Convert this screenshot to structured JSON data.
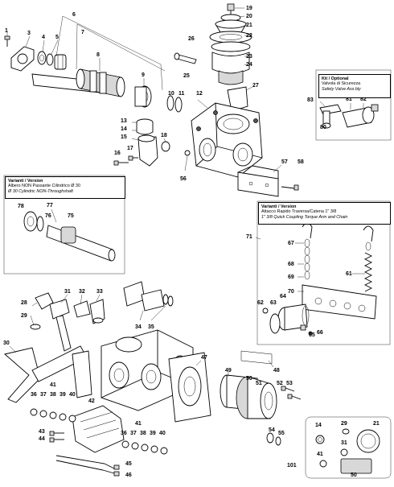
{
  "kit_box": {
    "title": "Kit / Optional",
    "line1": "Valvola di Sicurezza",
    "line2": "Safety Valve Ass.bly"
  },
  "variant_left": {
    "title": "Varianti  /  Version",
    "line1": "Albero NON Passante Cilindrico Ø 30",
    "line2": "Ø 30 Cylindric NON-Throughshaft"
  },
  "variant_right": {
    "title": "Varianti  /  Version",
    "line1": "Attacco Rapido Traversa/Catena 1\" 3/8",
    "line2": "1\" 3/8 Quick Coupling Torque Arm and Chain"
  },
  "callouts": [
    {
      "id": "c1",
      "text": "1"
    },
    {
      "id": "c3",
      "text": "3"
    },
    {
      "id": "c4",
      "text": "4"
    },
    {
      "id": "c5",
      "text": "5"
    },
    {
      "id": "c6",
      "text": "6"
    },
    {
      "id": "c7",
      "text": "7"
    },
    {
      "id": "c8",
      "text": "8"
    },
    {
      "id": "c9",
      "text": "9"
    },
    {
      "id": "c10",
      "text": "10"
    },
    {
      "id": "c11",
      "text": "11"
    },
    {
      "id": "c12",
      "text": "12"
    },
    {
      "id": "c13",
      "text": "13"
    },
    {
      "id": "c14",
      "text": "14"
    },
    {
      "id": "c15",
      "text": "15"
    },
    {
      "id": "c16",
      "text": "16"
    },
    {
      "id": "c17",
      "text": "17"
    },
    {
      "id": "c18",
      "text": "18"
    },
    {
      "id": "c19",
      "text": "19"
    },
    {
      "id": "c20",
      "text": "20"
    },
    {
      "id": "c21",
      "text": "21"
    },
    {
      "id": "c22",
      "text": "22"
    },
    {
      "id": "c23",
      "text": "23"
    },
    {
      "id": "c24",
      "text": "24"
    },
    {
      "id": "c25",
      "text": "25"
    },
    {
      "id": "c26",
      "text": "26"
    },
    {
      "id": "c27",
      "text": "27"
    },
    {
      "id": "c56",
      "text": "56"
    },
    {
      "id": "c57",
      "text": "57"
    },
    {
      "id": "c58",
      "text": "58"
    },
    {
      "id": "c83",
      "text": "83"
    },
    {
      "id": "c80",
      "text": "80"
    },
    {
      "id": "c81",
      "text": "81"
    },
    {
      "id": "c82",
      "text": "82"
    },
    {
      "id": "c78",
      "text": "78"
    },
    {
      "id": "c77",
      "text": "77"
    },
    {
      "id": "c76",
      "text": "76"
    },
    {
      "id": "c75",
      "text": "75"
    },
    {
      "id": "c71",
      "text": "71"
    },
    {
      "id": "c67",
      "text": "67"
    },
    {
      "id": "c68",
      "text": "68"
    },
    {
      "id": "c69",
      "text": "69"
    },
    {
      "id": "c61",
      "text": "61"
    },
    {
      "id": "c70",
      "text": "70"
    },
    {
      "id": "c62",
      "text": "62"
    },
    {
      "id": "c63",
      "text": "63"
    },
    {
      "id": "c64",
      "text": "64"
    },
    {
      "id": "c65",
      "text": "65"
    },
    {
      "id": "c66",
      "text": "66"
    },
    {
      "id": "c31",
      "text": "31"
    },
    {
      "id": "c32",
      "text": "32"
    },
    {
      "id": "c33",
      "text": "33"
    },
    {
      "id": "c28",
      "text": "28"
    },
    {
      "id": "c29",
      "text": "29"
    },
    {
      "id": "c30",
      "text": "30"
    },
    {
      "id": "c34",
      "text": "34"
    },
    {
      "id": "c35",
      "text": "35"
    },
    {
      "id": "c47",
      "text": "47"
    },
    {
      "id": "c48",
      "text": "48"
    },
    {
      "id": "c49",
      "text": "49"
    },
    {
      "id": "c50",
      "text": "50"
    },
    {
      "id": "c51",
      "text": "51"
    },
    {
      "id": "c52",
      "text": "52"
    },
    {
      "id": "c53",
      "text": "53"
    },
    {
      "id": "c54",
      "text": "54"
    },
    {
      "id": "c55",
      "text": "55"
    },
    {
      "id": "c41a",
      "text": "41"
    },
    {
      "id": "c36a",
      "text": "36"
    },
    {
      "id": "c37a",
      "text": "37"
    },
    {
      "id": "c38a",
      "text": "38"
    },
    {
      "id": "c39a",
      "text": "39"
    },
    {
      "id": "c40a",
      "text": "40"
    },
    {
      "id": "c42",
      "text": "42"
    },
    {
      "id": "c43",
      "text": "43"
    },
    {
      "id": "c44",
      "text": "44"
    },
    {
      "id": "c41b",
      "text": "41"
    },
    {
      "id": "c36b",
      "text": "36"
    },
    {
      "id": "c37b",
      "text": "37"
    },
    {
      "id": "c38b",
      "text": "38"
    },
    {
      "id": "c39b",
      "text": "39"
    },
    {
      "id": "c40b",
      "text": "40"
    },
    {
      "id": "c45",
      "text": "45"
    },
    {
      "id": "c46",
      "text": "46"
    },
    {
      "id": "c101",
      "text": "101"
    },
    {
      "id": "k14",
      "text": "14"
    },
    {
      "id": "k29",
      "text": "29"
    },
    {
      "id": "k21",
      "text": "21"
    },
    {
      "id": "k31",
      "text": "31"
    },
    {
      "id": "k41",
      "text": "41"
    },
    {
      "id": "k50",
      "text": "50"
    }
  ]
}
